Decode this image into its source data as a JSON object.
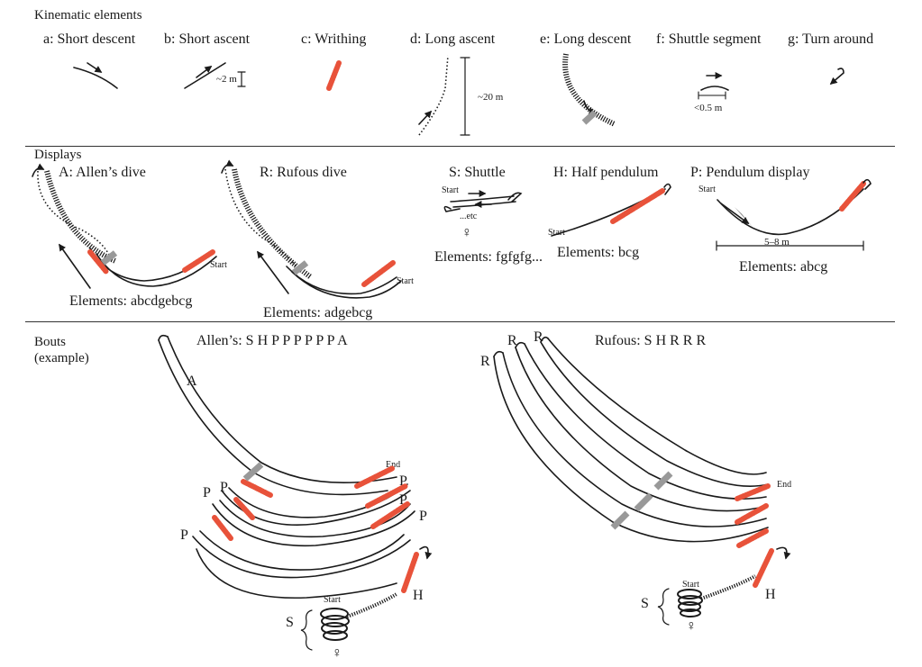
{
  "kinematic": {
    "heading": "Kinematic elements",
    "elements": [
      {
        "label": "a: Short descent"
      },
      {
        "label": "b: Short ascent",
        "scale": "~2 m"
      },
      {
        "label": "c: Writhing"
      },
      {
        "label": "d: Long ascent",
        "scale": "~20 m"
      },
      {
        "label": "e: Long descent"
      },
      {
        "label": "f: Shuttle segment",
        "scale": "<0.5 m"
      },
      {
        "label": "g: Turn around"
      }
    ]
  },
  "displays": {
    "heading": "Displays",
    "items": [
      {
        "label": "A: Allen’s dive",
        "elements": "Elements: abcdgebcg",
        "start": "Start"
      },
      {
        "label": "R: Rufous dive",
        "elements": "Elements: adgebcg",
        "start": "Start"
      },
      {
        "label": "S: Shuttle",
        "elements": "Elements: fgfgfg...",
        "start": "Start",
        "etc": "...etc",
        "female": "♀"
      },
      {
        "label": "H: Half pendulum",
        "elements": "Elements: bcg",
        "start": "Start"
      },
      {
        "label": "P: Pendulum display",
        "elements": "Elements: abcg",
        "start": "Start",
        "scale": "5–8 m"
      }
    ]
  },
  "bouts": {
    "heading_line1": "Bouts",
    "heading_line2": "(example)",
    "allens": {
      "title": "Allen’s: S H P P P P P P A",
      "labels": {
        "A": "A",
        "P": "P",
        "H": "H",
        "S": "S",
        "start": "Start",
        "end": "End",
        "female": "♀"
      }
    },
    "rufous": {
      "title": "Rufous: S H R R R",
      "labels": {
        "R": "R",
        "H": "H",
        "S": "S",
        "start": "Start",
        "end": "End",
        "female": "♀"
      }
    }
  },
  "colors": {
    "red": "#e8523a",
    "gray": "#999999",
    "ink": "#1a1a1a"
  }
}
